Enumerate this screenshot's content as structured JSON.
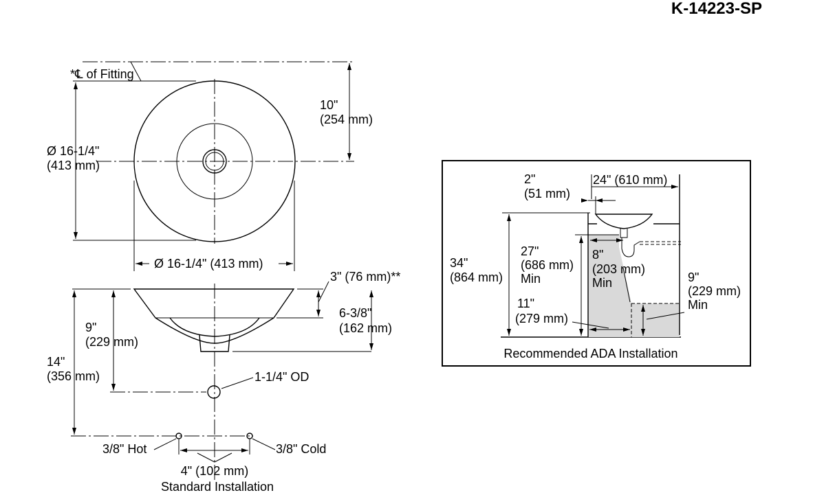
{
  "model_number": "K-14223-SP",
  "top_view": {
    "centerline_label": "*℄ of Fitting",
    "depth_to_center": [
      "10\"",
      "(254 mm)"
    ],
    "diameter_vertical": [
      "Ø 16-1/4\"",
      "(413 mm)"
    ],
    "diameter_horizontal": "Ø 16-1/4\" (413 mm)"
  },
  "side_view": {
    "rim_height": "3\" (76 mm)**",
    "bowl_height": [
      "6-3/8\"",
      "(162 mm)"
    ],
    "drain_height": [
      "9\"",
      "(229 mm)"
    ],
    "supply_height": [
      "14\"",
      "(356 mm)"
    ],
    "drain_od": "1-1/4\" OD",
    "hot_supply": "3/8\" Hot",
    "cold_supply": "3/8\" Cold",
    "supply_spacing": "4\" (102 mm)",
    "caption": "Standard Installation"
  },
  "ada_inset": {
    "offset": [
      "2\"",
      "(51 mm)"
    ],
    "depth": "24\" (610 mm)",
    "rim_height": [
      "34\"",
      "(864 mm)"
    ],
    "knee_height": [
      "27\"",
      "(686 mm)",
      "Min"
    ],
    "knee_depth": [
      "8\"",
      "(203 mm)",
      "Min"
    ],
    "toe_height": [
      "9\"",
      "(229 mm)",
      "Min"
    ],
    "toe_depth": [
      "11\"",
      "(279 mm)"
    ],
    "caption": "Recommended ADA Installation"
  }
}
